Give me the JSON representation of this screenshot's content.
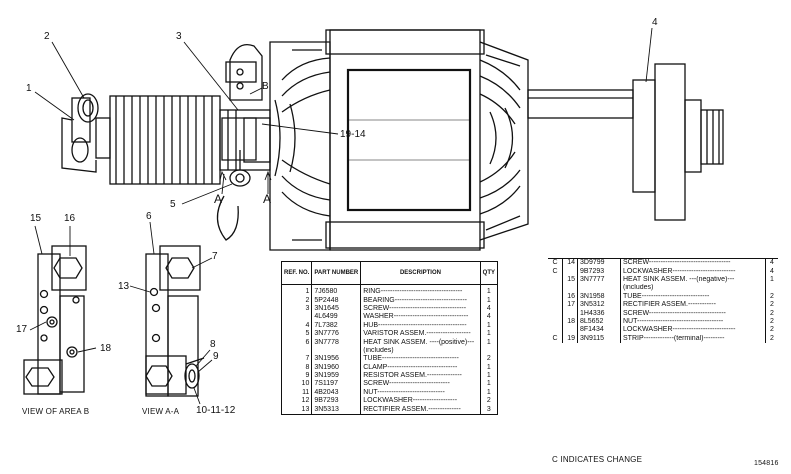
{
  "figure_id": "154816",
  "callouts": {
    "c1": "1",
    "c2": "2",
    "c3": "3",
    "c4": "4",
    "c5": "5",
    "c6": "6",
    "c7": "7",
    "c8": "8",
    "c9": "9",
    "c13": "13",
    "c15": "15",
    "c16": "16",
    "c17": "17",
    "c18": "18",
    "c19_14": "19-14",
    "c10_11_12": "10-11-12",
    "b_label": "B",
    "a_left": "A",
    "a_right": "A"
  },
  "views": {
    "area_b": "VIEW OF AREA B",
    "aa": "VIEW A-A"
  },
  "table_headers": {
    "ref_no": "REF. NO.",
    "part_number": "PART NUMBER",
    "description": "DESCRIPTION",
    "qty": "QTY"
  },
  "parts_left": [
    {
      "ref": "1",
      "pn": "7J6580",
      "desc": "RING-----------------------------------",
      "qty": "1"
    },
    {
      "ref": "2",
      "pn": "5P2448",
      "desc": "BEARING-------------------------------",
      "qty": "1"
    },
    {
      "ref": "3",
      "pn": "3N1645",
      "desc": "SCREW---------------------------------",
      "qty": "4"
    },
    {
      "ref": "",
      "pn": "4L6499",
      "desc": "WASHER--------------------------------",
      "qty": "4"
    },
    {
      "ref": "4",
      "pn": "7L7382",
      "desc": "HUB--------------------------------------",
      "qty": "1"
    },
    {
      "ref": "5",
      "pn": "3N7776",
      "desc": "VARISTOR ASSEM.-------------------",
      "qty": "1"
    },
    {
      "ref": "6",
      "pn": "3N7778",
      "desc": "HEAT SINK ASSEM. ----(positive)---",
      "qty": "1"
    },
    {
      "ref": "",
      "pn": "",
      "desc": "(includes)",
      "qty": ""
    },
    {
      "ref": "7",
      "pn": "3N1956",
      "desc": "TUBE---------------------------------",
      "qty": "2"
    },
    {
      "ref": "8",
      "pn": "3N1960",
      "desc": "CLAMP------------------------------",
      "qty": "1"
    },
    {
      "ref": "9",
      "pn": "3N1959",
      "desc": "RESISTOR ASSEM.---------------",
      "qty": "1"
    },
    {
      "ref": "10",
      "pn": "7S1197",
      "desc": "SCREW--------------------------",
      "qty": "1"
    },
    {
      "ref": "11",
      "pn": "4B2043",
      "desc": "NUT-----------------------------",
      "qty": "1"
    },
    {
      "ref": "12",
      "pn": "9B7293",
      "desc": "LOCKWASHER-------------------",
      "qty": "2"
    },
    {
      "ref": "13",
      "pn": "3N5313",
      "desc": "RECTIFIER ASSEM.--------------",
      "qty": "3"
    }
  ],
  "parts_right": [
    {
      "c": "C",
      "ref": "14",
      "pn": "3D9799",
      "desc": "SCREW-----------------------------------",
      "qty": "4"
    },
    {
      "c": "C",
      "ref": "",
      "pn": "9B7293",
      "desc": "LOCKWASHER---------------------------",
      "qty": "4"
    },
    {
      "c": "",
      "ref": "15",
      "pn": "3N7777",
      "desc": "HEAT SINK ASSEM. ---(negative)---",
      "qty": "1"
    },
    {
      "c": "",
      "ref": "",
      "pn": "",
      "desc": "(includes)",
      "qty": ""
    },
    {
      "c": "",
      "ref": "16",
      "pn": "3N1958",
      "desc": "TUBE-----------------------------",
      "qty": "2"
    },
    {
      "c": "",
      "ref": "17",
      "pn": "3N5312",
      "desc": "RECTIFIER ASSEM.------------",
      "qty": "2"
    },
    {
      "c": "",
      "ref": "",
      "pn": "1H4336",
      "desc": "SCREW---------------------------------",
      "qty": "2"
    },
    {
      "c": "",
      "ref": "18",
      "pn": "8L5652",
      "desc": "NUT-------------------------------------",
      "qty": "2"
    },
    {
      "c": "",
      "ref": "",
      "pn": "8F1434",
      "desc": "LOCKWASHER---------------------------",
      "qty": "2"
    },
    {
      "c": "C",
      "ref": "19",
      "pn": "3N9115",
      "desc": "STRIP-------------(terminal)---------",
      "qty": "2"
    }
  ],
  "change_note": "C INDICATES CHANGE"
}
